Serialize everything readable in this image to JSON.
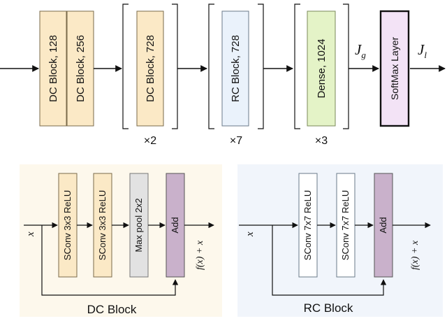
{
  "top": {
    "dc1": "DC Block,  128",
    "dc2": "DC Block,  256",
    "dc3": "DC Block,  728",
    "dc3_repeat": "×2",
    "rc": "RC Block,  728",
    "rc_repeat": "×7",
    "dense": "Dense, 1024",
    "dense_repeat": "×3",
    "jg_main": "J",
    "jg_sub": "g",
    "softmax": "SoftMax Layer",
    "jl_main": "J",
    "jl_sub": "l"
  },
  "dc_detail": {
    "title": "DC Block",
    "input": "x",
    "sconv1": "SConv 3x3 ReLU",
    "sconv2": "SConv 3x3 ReLU",
    "maxpool": "Max pool 2x2",
    "add": "Add",
    "output": "f(x) + x"
  },
  "rc_detail": {
    "title": "RC Block",
    "input": "x",
    "sconv1": "SConv 7x7 ReLU",
    "sconv2": "SConv 7x7 ReLU",
    "add": "Add",
    "output": "f(x) + x"
  },
  "colors": {
    "dc_fill": "#fbe9c6",
    "rc_fill": "#eaf2fb",
    "dense_fill": "#e4f3c7",
    "softmax_fill": "#f3e3f6",
    "add_fill": "#c9b1cb",
    "maxpool_fill": "#e2e2e2",
    "dc_panel": "#fdf8ec",
    "rc_panel": "#f1f5fb"
  }
}
